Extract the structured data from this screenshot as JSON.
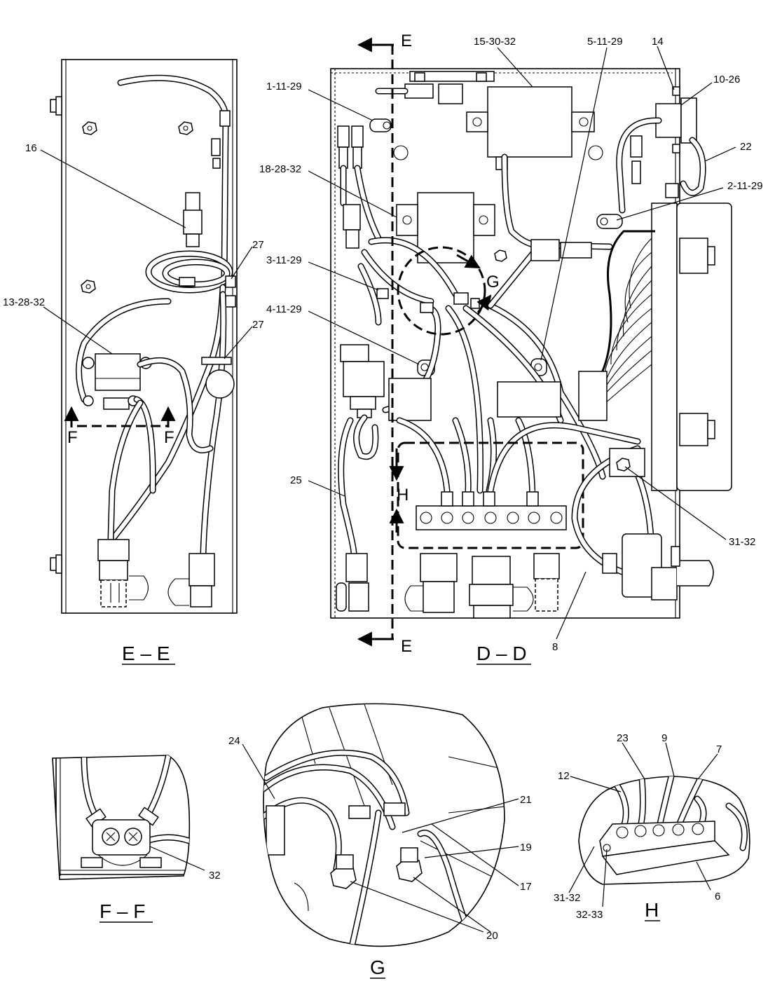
{
  "callouts": {
    "c16": "16",
    "c27a": "27",
    "c27b": "27",
    "c13_28_32": "13-28-32",
    "c1_11_29": "1-11-29",
    "c18_28_32": "18-28-32",
    "c3_11_29": "3-11-29",
    "c4_11_29": "4-11-29",
    "c25": "25",
    "c15_30_32": "15-30-32",
    "c5_11_29": "5-11-29",
    "c14": "14",
    "c10_26": "10-26",
    "c22": "22",
    "c2_11_29": "2-11-29",
    "c31_32a": "31-32",
    "c8": "8",
    "c32": "32",
    "c24": "24",
    "c21": "21",
    "c19": "19",
    "c17": "17",
    "c20": "20",
    "c23": "23",
    "c9": "9",
    "c7": "7",
    "c12": "12",
    "c31_32b": "31-32",
    "c32_33": "32-33",
    "c6": "6"
  },
  "markers": {
    "e_top": "E",
    "e_bottom": "E",
    "f_left": "F",
    "f_right": "F",
    "g": "G",
    "h": "H"
  },
  "sections": {
    "ee": "E – E",
    "dd": "D – D",
    "ff": "F – F",
    "g": "G",
    "h": "H"
  }
}
